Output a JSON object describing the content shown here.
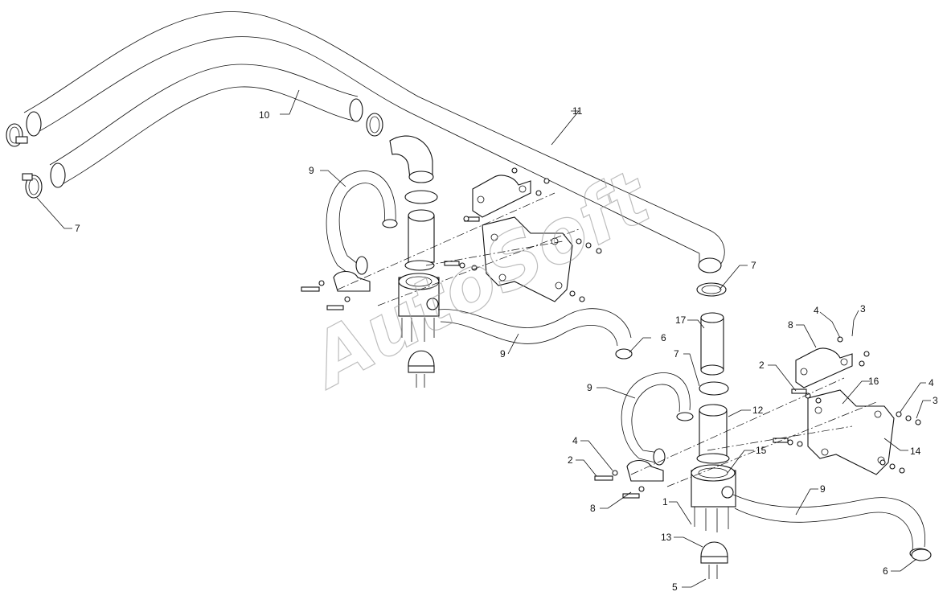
{
  "watermark": "AutoSoft",
  "callouts": [
    {
      "id": "c10",
      "text": "10"
    },
    {
      "id": "c11",
      "text": "11"
    },
    {
      "id": "c7a",
      "text": "7"
    },
    {
      "id": "c9a",
      "text": "9"
    },
    {
      "id": "c9b",
      "text": "9"
    },
    {
      "id": "c6a",
      "text": "6"
    },
    {
      "id": "c7b",
      "text": "7"
    },
    {
      "id": "c17",
      "text": "17"
    },
    {
      "id": "c7c",
      "text": "7"
    },
    {
      "id": "c8a",
      "text": "8"
    },
    {
      "id": "c4a",
      "text": "4"
    },
    {
      "id": "c3a",
      "text": "3"
    },
    {
      "id": "c2a",
      "text": "2"
    },
    {
      "id": "c16",
      "text": "16"
    },
    {
      "id": "c4b",
      "text": "4"
    },
    {
      "id": "c3b",
      "text": "3"
    },
    {
      "id": "c9c",
      "text": "9"
    },
    {
      "id": "c12",
      "text": "12"
    },
    {
      "id": "c14",
      "text": "14"
    },
    {
      "id": "c4c",
      "text": "4"
    },
    {
      "id": "c2b",
      "text": "2"
    },
    {
      "id": "c15",
      "text": "15"
    },
    {
      "id": "c9d",
      "text": "9"
    },
    {
      "id": "c8b",
      "text": "8"
    },
    {
      "id": "c1",
      "text": "1"
    },
    {
      "id": "c13",
      "text": "13"
    },
    {
      "id": "c6b",
      "text": "6"
    },
    {
      "id": "c5",
      "text": "5"
    }
  ]
}
